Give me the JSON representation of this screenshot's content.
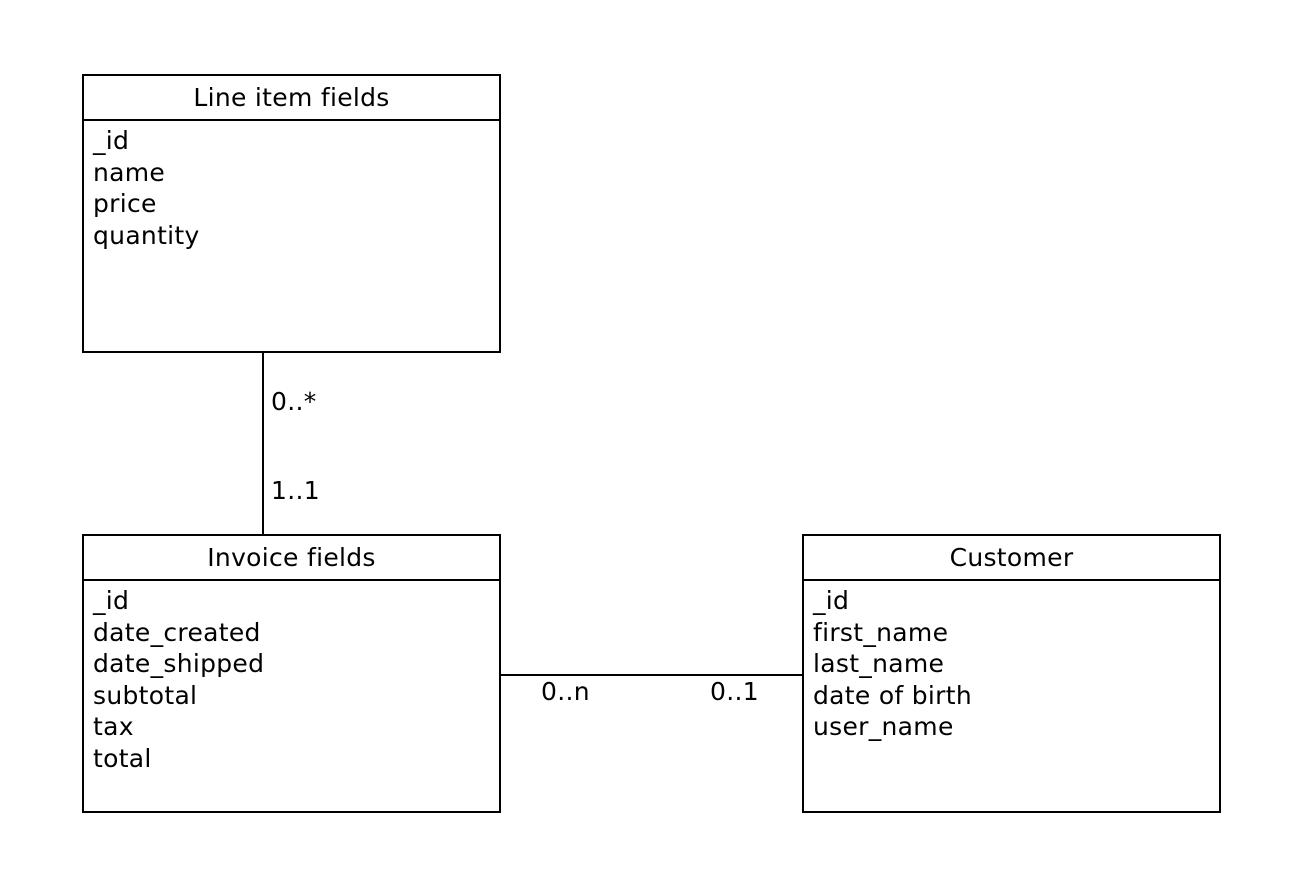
{
  "classes": {
    "line_item": {
      "title": "Line item fields",
      "fields": [
        "_id",
        "name",
        "price",
        "quantity"
      ]
    },
    "invoice": {
      "title": "Invoice fields",
      "fields": [
        "_id",
        "date_created",
        "date_shipped",
        "subtotal",
        "tax",
        "total"
      ]
    },
    "customer": {
      "title": "Customer",
      "fields": [
        "_id",
        "first_name",
        "last_name",
        "date of birth",
        "user_name"
      ]
    }
  },
  "associations": {
    "line_item_invoice": {
      "line_item_end": "0..*",
      "invoice_end": "1..1"
    },
    "invoice_customer": {
      "invoice_end": "0..n",
      "customer_end": "0..1"
    }
  }
}
